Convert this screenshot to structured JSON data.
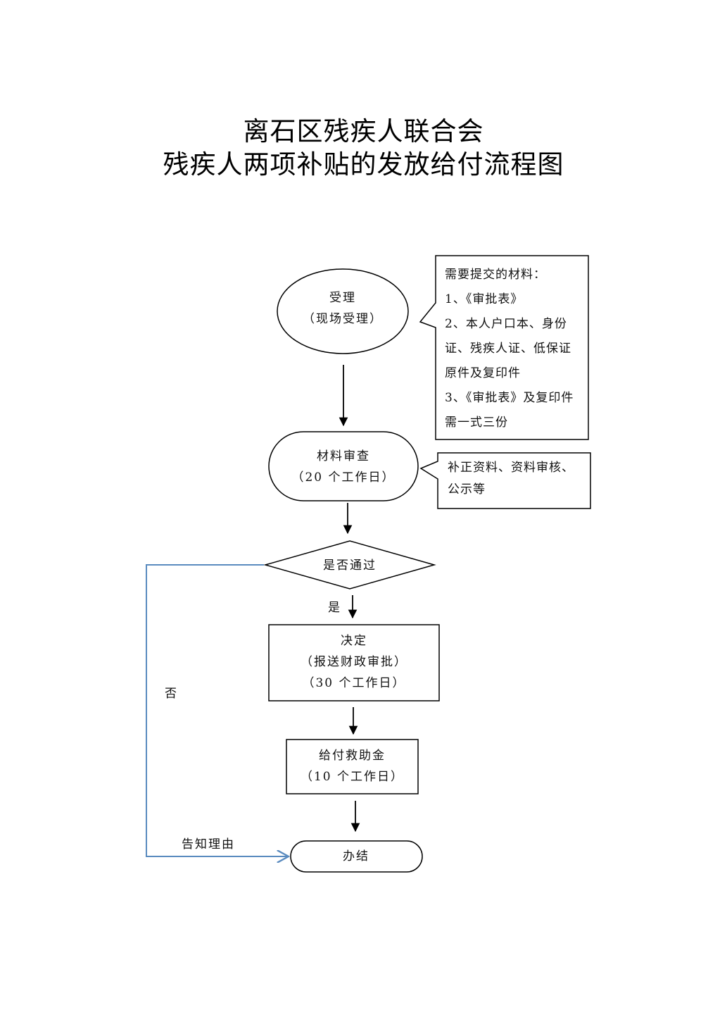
{
  "title": {
    "line1": "离石区残疾人联合会",
    "line2": "残疾人两项补贴的发放给付流程图"
  },
  "nodes": {
    "accept": {
      "line1": "受理",
      "line2": "（现场受理）"
    },
    "review": {
      "line1": "材料审查",
      "line2": "（20 个工作日）"
    },
    "decision": {
      "label": "是否通过"
    },
    "decide": {
      "line1": "决定",
      "line2": "（报送财政审批）",
      "line3": "（30 个工作日）"
    },
    "pay": {
      "line1": "给付救助金",
      "line2": "（10 个工作日）"
    },
    "done": {
      "label": "办结"
    }
  },
  "notes": {
    "materials": {
      "heading": "需要提交的材料：",
      "item1": "1、《审批表》",
      "item2a": "2、本人户口本、身份",
      "item2b": "证、残疾人证、低保证",
      "item2c": "原件及复印件",
      "item3a": "3、《审批表》及复印件",
      "item3b": "需一式三份"
    },
    "review_note": {
      "line1": "补正资料、资料审核、",
      "line2": "公示等"
    }
  },
  "edges": {
    "yes": "是",
    "no": "否",
    "reason": "告知理由"
  },
  "colors": {
    "line": "#000000",
    "reject_line": "#5a8bbf"
  }
}
